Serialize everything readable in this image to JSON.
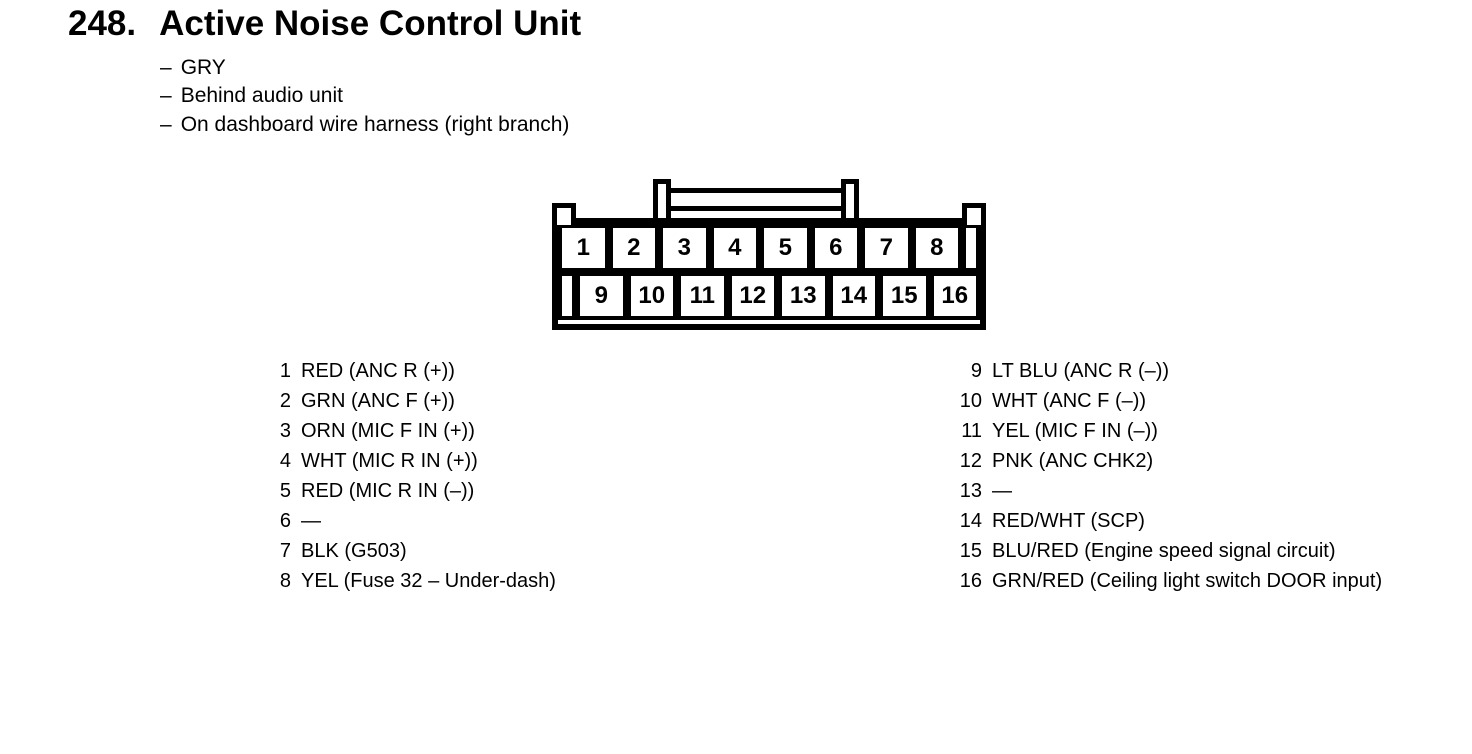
{
  "header": {
    "number": "248.",
    "title": "Active Noise Control Unit",
    "notes": [
      {
        "dash": "–",
        "text": "GRY"
      },
      {
        "dash": "–",
        "text": "Behind audio unit"
      },
      {
        "dash": "–",
        "text": "On dashboard wire harness (right branch)"
      }
    ]
  },
  "connector": {
    "top_row": [
      "1",
      "2",
      "3",
      "4",
      "5",
      "6",
      "7",
      "8"
    ],
    "bottom_row": [
      "9",
      "10",
      "11",
      "12",
      "13",
      "14",
      "15",
      "16"
    ]
  },
  "pins_left": [
    {
      "num": "1",
      "desc": "RED (ANC R (+))"
    },
    {
      "num": "2",
      "desc": "GRN (ANC F (+))"
    },
    {
      "num": "3",
      "desc": "ORN (MIC F IN (+))"
    },
    {
      "num": "4",
      "desc": "WHT (MIC R IN (+))"
    },
    {
      "num": "5",
      "desc": "RED (MIC R IN (–))"
    },
    {
      "num": "6",
      "desc": "—"
    },
    {
      "num": "7",
      "desc": "BLK (G503)"
    },
    {
      "num": "8",
      "desc": "YEL (Fuse 32 – Under-dash)"
    }
  ],
  "pins_right": [
    {
      "num": "9",
      "desc": "LT BLU (ANC R (–))"
    },
    {
      "num": "10",
      "desc": "WHT (ANC F (–))"
    },
    {
      "num": "11",
      "desc": "YEL (MIC F IN (–))"
    },
    {
      "num": "12",
      "desc": "PNK (ANC CHK2)"
    },
    {
      "num": "13",
      "desc": "—"
    },
    {
      "num": "14",
      "desc": "RED/WHT (SCP)"
    },
    {
      "num": "15",
      "desc": "BLU/RED (Engine speed signal circuit)"
    },
    {
      "num": "16",
      "desc": "GRN/RED (Ceiling light switch DOOR input)"
    }
  ]
}
